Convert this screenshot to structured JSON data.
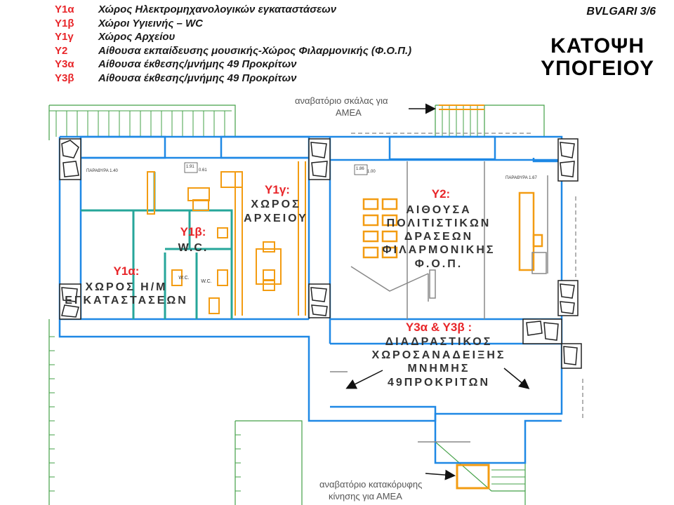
{
  "legend": [
    {
      "code": "Υ1α",
      "text": "Χώρος Ηλεκτρομηχανολογικών εγκαταστάσεων"
    },
    {
      "code": "Υ1β",
      "text": "Χώροι Υγιεινής – WC"
    },
    {
      "code": "Υ1γ",
      "text": "Χώρος Αρχείου"
    },
    {
      "code": "Υ2",
      "text": "Αίθουσα εκπαίδευσης μουσικής-Χώρος Φιλαρμονικής (Φ.Ο.Π.)"
    },
    {
      "code": "Υ3α",
      "text": "Αίθουσα έκθεσης/μνήμης 49 Προκρίτων"
    },
    {
      "code": "Υ3β",
      "text": "Αίθουσα έκθεσης/μνήμης 49 Προκρίτων"
    }
  ],
  "sheet": {
    "id": "BVLGARI 3/6",
    "title_line1": "ΚΑΤΟΨΗ",
    "title_line2": "ΥΠΟΓΕΙΟΥ"
  },
  "annotations": {
    "stair_lift_line1": "αναβατόριο σκάλας για",
    "stair_lift_line2": "ΑΜΕΑ",
    "vertical_lift_line1": "αναβατόριο κατακόρυφης",
    "vertical_lift_line2": "κίνησης για ΑΜΕΑ"
  },
  "rooms": {
    "y1a_code": "Υ1α:",
    "y1a_line1": "ΧΩΡΟΣ Η/Μ",
    "y1a_line2": "ΕΓΚΑΤΑΣΤΑΣΕΩΝ",
    "y1b_code": "Υ1β:",
    "y1b_line1": "W.C.",
    "wc_small_1": "W.C.",
    "wc_small_2": "W.C.",
    "y1g_code": "Υ1γ:",
    "y1g_line1": "ΧΩΡΟΣ",
    "y1g_line2": "ΑΡΧΕΙΟΥ",
    "y2_code": "Υ2:",
    "y2_line1": "ΑΙΘΟΥΣΑ",
    "y2_line2": "ΠΟΛΙΤΙΣΤΙΚΩΝ",
    "y2_line3": "ΔΡΑΣΕΩΝ",
    "y2_line4": "ΦΙΛΑΡΜΟΝΙΚΗΣ",
    "y2_line5": "Φ.Ο.Π.",
    "y3_code": "Υ3α & Υ3β :",
    "y3_line1": "ΔΙΑΔΡΑΣΤΙΚΟΣ",
    "y3_line2": "ΧΩΡΟΣΑΝΑΔΕΙΞΗΣ",
    "y3_line3": "ΜΝΗΜΗΣ",
    "y3_line4": "49ΠΡΟΚΡΙΤΩΝ"
  },
  "tags": {
    "t1": "1.91",
    "t2": "0.61",
    "t3": "1.86",
    "t4": "1.00",
    "t5": "ΠΑΡΑΘΥΡΑ 1.40",
    "t6": "ΠΑΡΑΘΥΡΑ 1.67"
  },
  "colors": {
    "wall_blue": "#1e88e5",
    "orange": "#f39c12",
    "green": "#43a047",
    "teal": "#26a69a",
    "red": "#e8262a"
  }
}
